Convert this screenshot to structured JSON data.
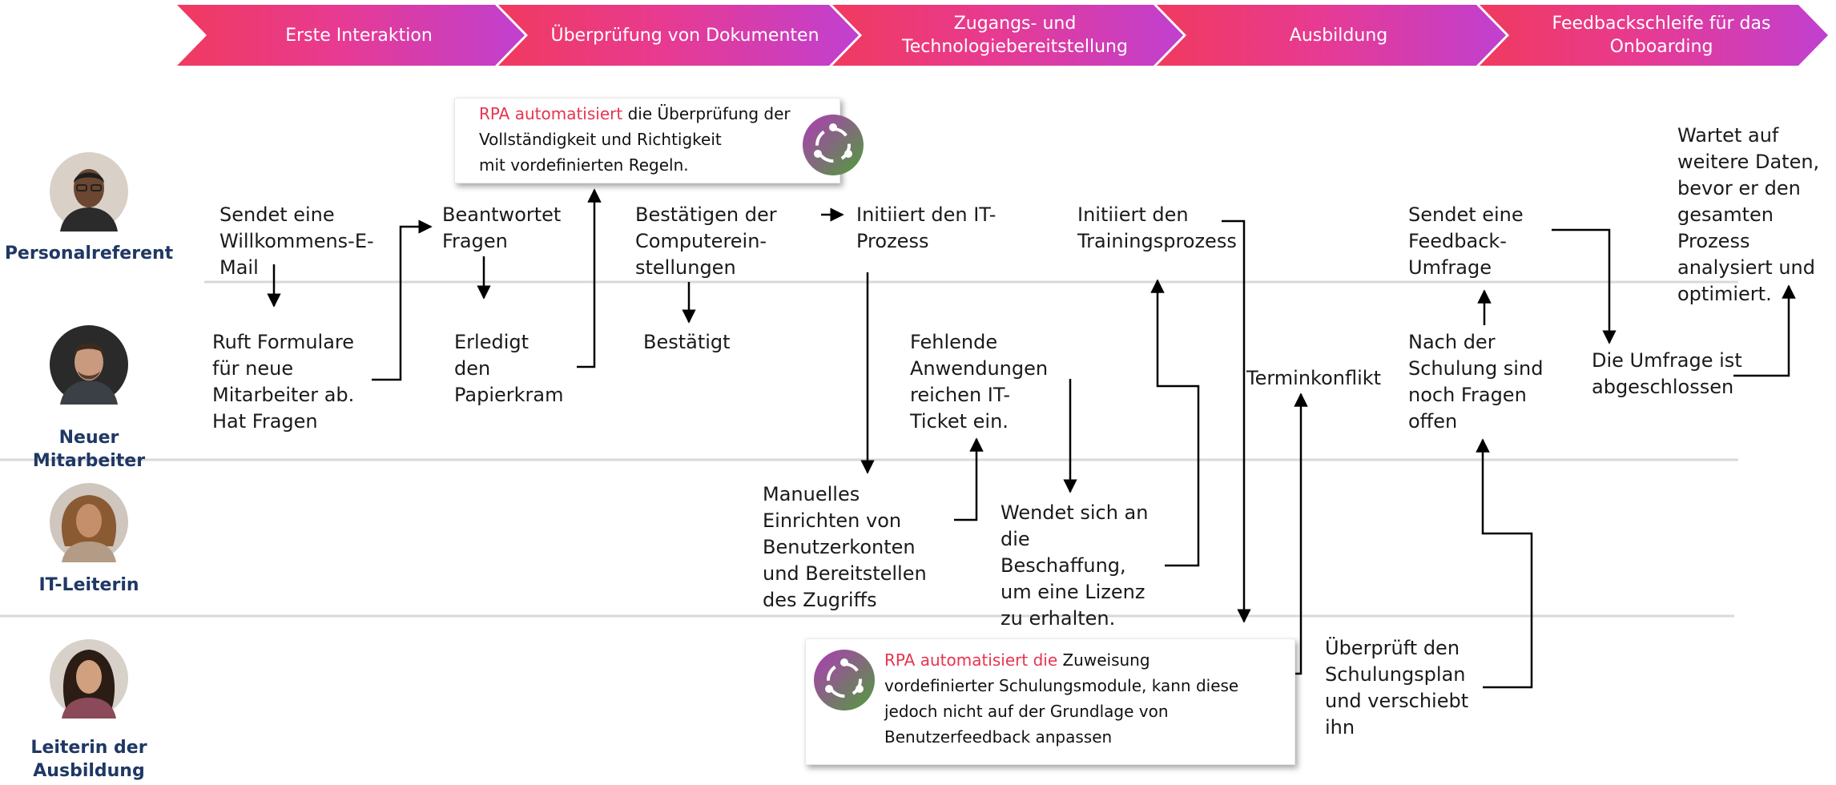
{
  "stages": [
    {
      "label": "Erste Interaktion"
    },
    {
      "label": "Überprüfung von Dokumenten"
    },
    {
      "label": "Zugangs- und\nTechnologiebereitstellung"
    },
    {
      "label": "Ausbildung"
    },
    {
      "label": "Feedbackschleife für das\nOnboarding"
    }
  ],
  "roles": [
    {
      "name": "Personalreferent"
    },
    {
      "name": "Neuer Mitarbeiter"
    },
    {
      "name": "IT-Leiterin"
    },
    {
      "name": "Leiterin der\nAusbildung"
    }
  ],
  "steps": {
    "welcome_mail": "Sendet eine\nWillkommens-E-\nMail",
    "answers": "Beantwortet\nFragen",
    "confirm_settings": "Bestätigen der\nComputerein-\nstellungen",
    "it_process": "Initiiert den IT-\nProzess",
    "training_process": "Initiiert den\nTrainingsprozess",
    "feedback_survey": "Sendet eine\nFeedback-\nUmfrage",
    "waits": "Wartet auf\nweitere Daten,\nbevor er den\ngesamten\nProzess\nanalysiert und\noptimiert.",
    "forms": "Ruft Formulare\nfür neue\nMitarbeiter ab.\nHat Fragen",
    "paperwork": "Erledigt\nden\nPapierkram",
    "confirmed": "Bestätigt",
    "missing_apps": "Fehlende\nAnwendungen\nreichen IT-\nTicket ein.",
    "conflict": "Terminkonflikt",
    "open_questions": "Nach der\nSchulung sind\nnoch Fragen\noffen",
    "survey_done": "Die Umfrage ist\nabgeschlossen",
    "manual_setup": "Manuelles\nEinrichten von\nBenutzerkonten\nund Bereitstellen\ndes Zugriffs",
    "procurement": "Wendet sich an\ndie\nBeschaffung,\num eine Lizenz\nzu erhalten.",
    "review_plan": "Überprüft den\nSchulungsplan\nund verschiebt\nihn"
  },
  "rpa": [
    {
      "highlight": "RPA automatisiert",
      "text": " die Überprüfung der\nVollständigkeit und Richtigkeit\nmit vordefinierten Regeln."
    },
    {
      "highlight": "RPA automatisiert die",
      "text": " Zuweisung\nvordefinierter Schulungsmodule, kann diese\njedoch nicht auf der Grundlage von\nBenutzerfeedback anpassen"
    }
  ],
  "colors": {
    "stage_gradient_start": "#f03a5f",
    "stage_gradient_end": "#c73fcf",
    "rpa_highlight": "#e8334f",
    "role_name": "#1f3864",
    "lane_line": "#d9d9d9",
    "arrow": "#000000"
  }
}
